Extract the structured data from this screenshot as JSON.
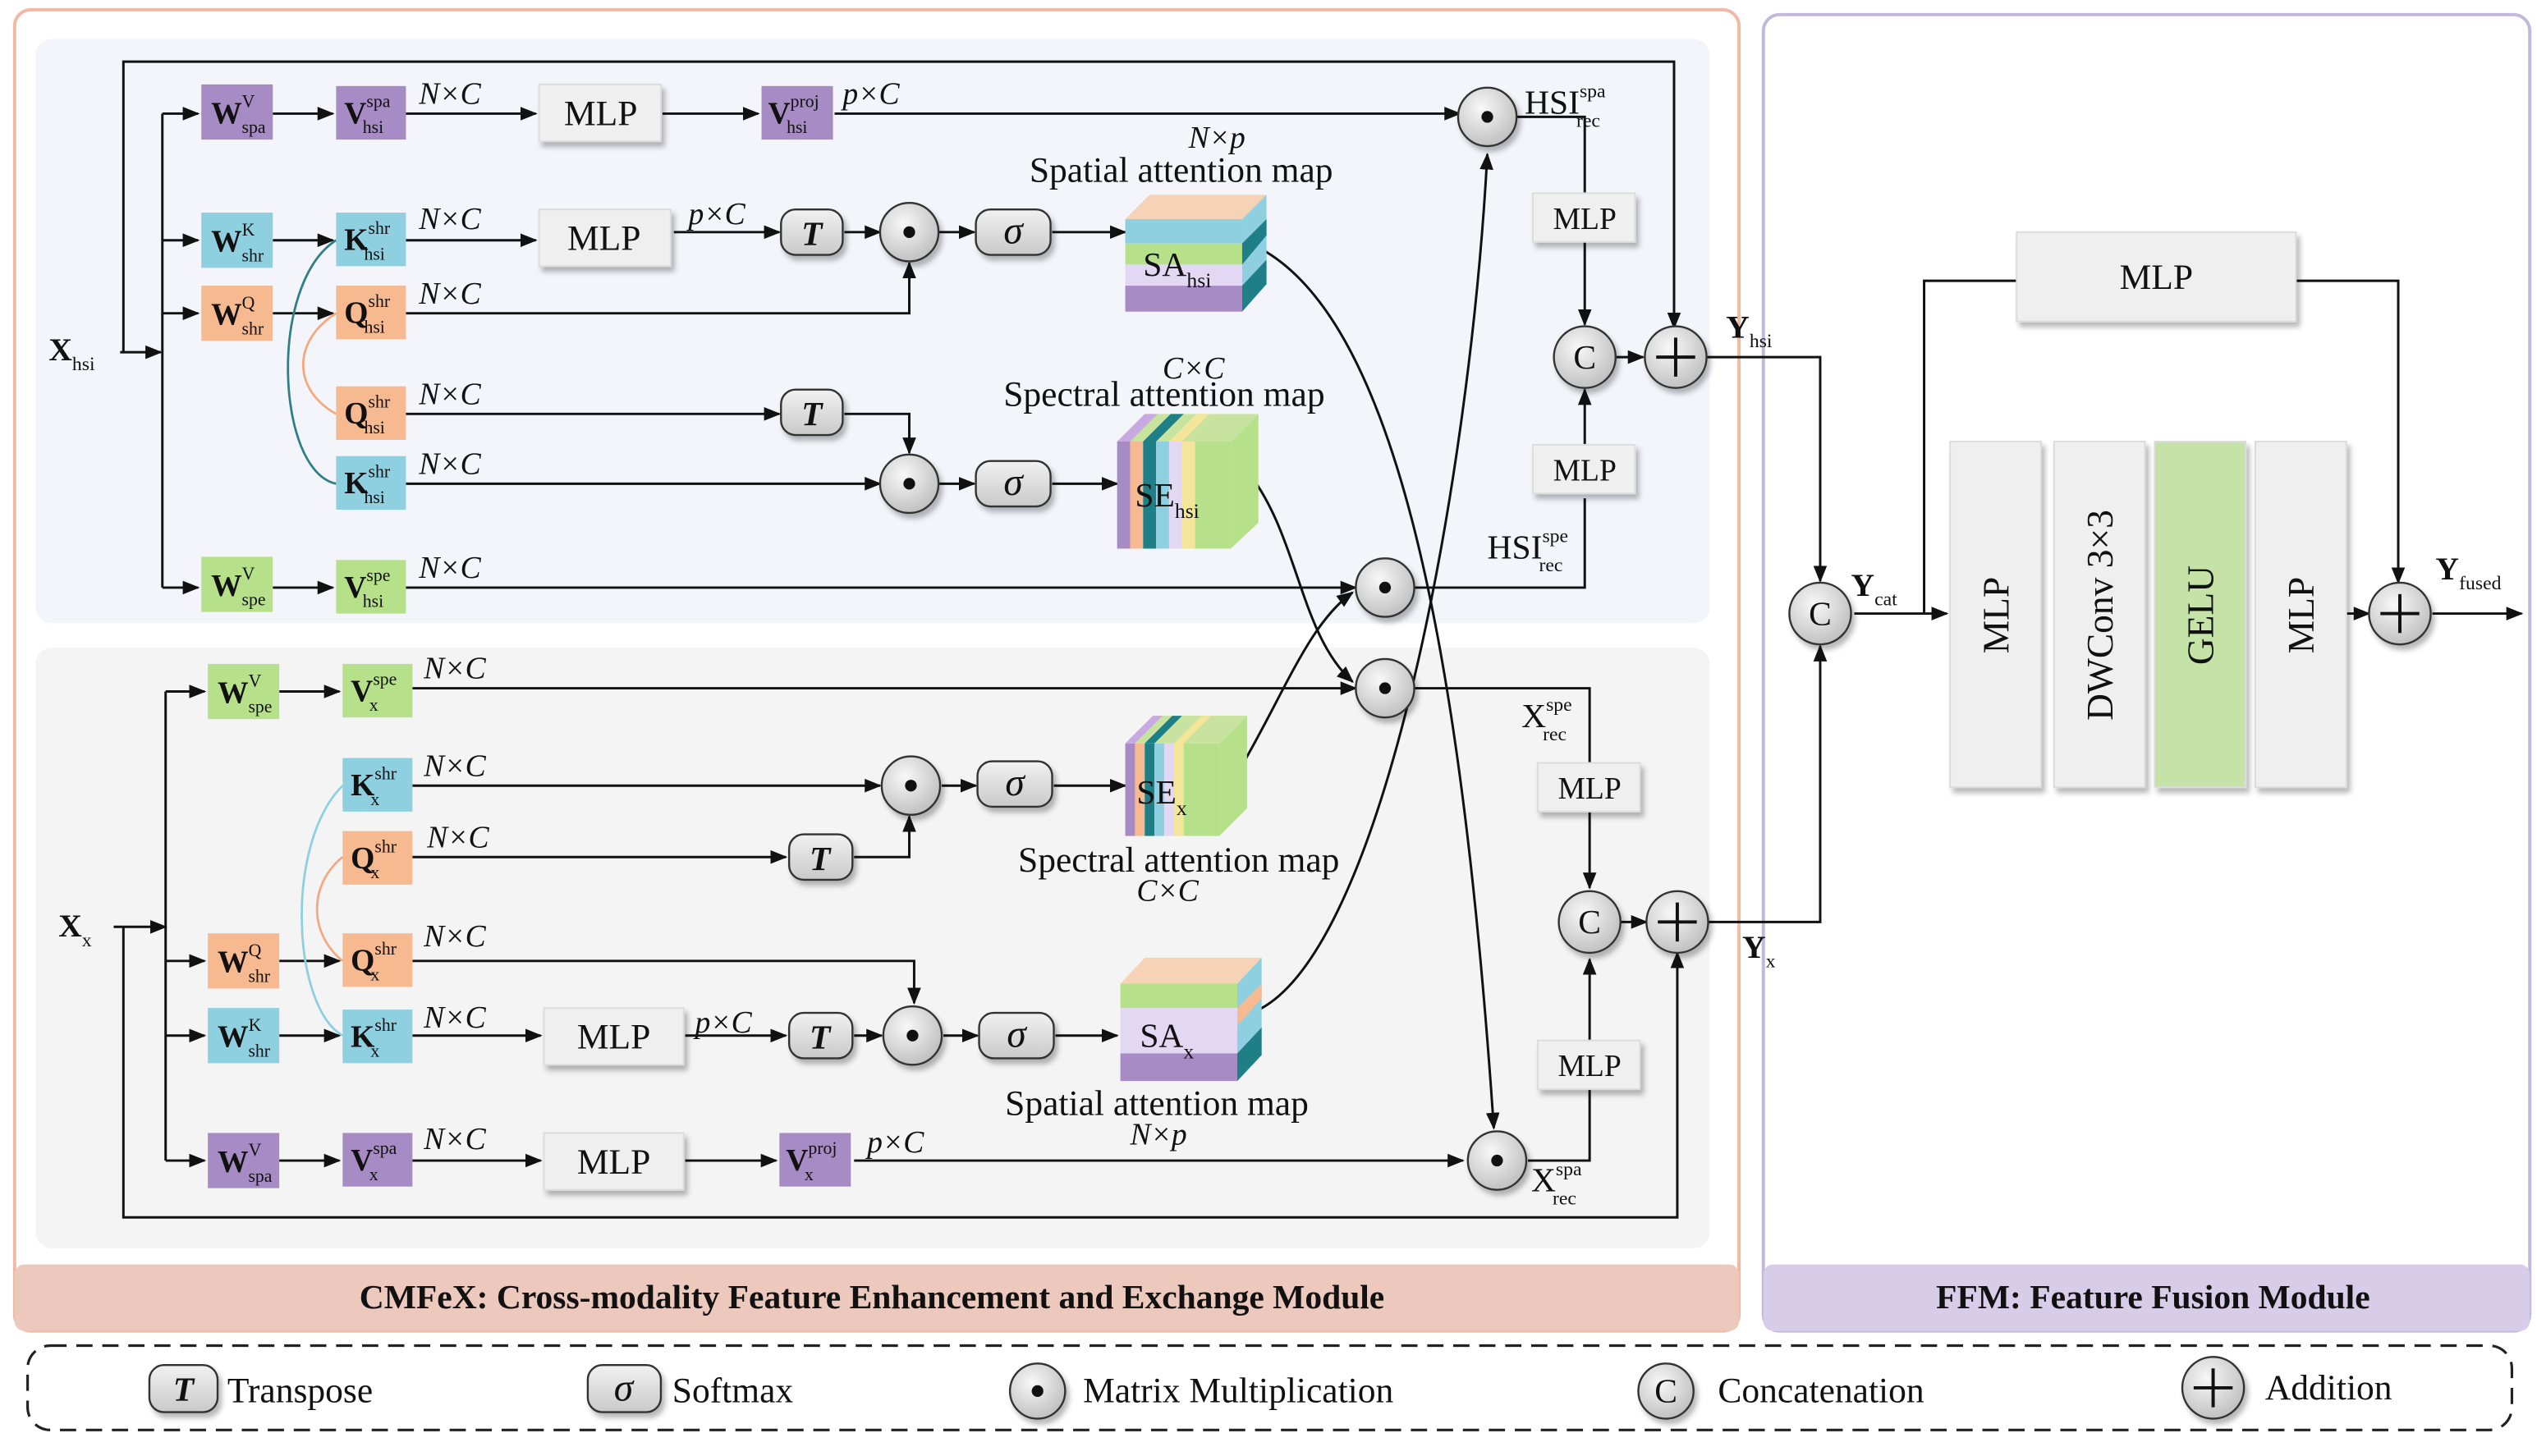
{
  "modules": {
    "cmfex_title": "CMFeX: Cross-modality Feature Enhancement and Exchange Module",
    "ffm_title": "FFM: Feature Fusion Module"
  },
  "inputs": {
    "hsi": {
      "base": "X",
      "sub": "hsi"
    },
    "x": {
      "base": "X",
      "sub": "x"
    }
  },
  "weights": {
    "spa_hsi": {
      "base": "W",
      "sup": "V",
      "sub": "spa"
    },
    "k_shr_hsi": {
      "base": "W",
      "sup": "K",
      "sub": "shr"
    },
    "q_shr_hsi": {
      "base": "W",
      "sup": "Q",
      "sub": "shr"
    },
    "spe_hsi": {
      "base": "W",
      "sup": "V",
      "sub": "spe"
    },
    "spe_x": {
      "base": "W",
      "sup": "V",
      "sub": "spe"
    },
    "q_shr_x": {
      "base": "W",
      "sup": "Q",
      "sub": "shr"
    },
    "k_shr_x": {
      "base": "W",
      "sup": "K",
      "sub": "shr"
    },
    "spa_x": {
      "base": "W",
      "sup": "V",
      "sub": "spa"
    }
  },
  "tokens": {
    "v_spa_hsi": {
      "base": "V",
      "sup": "spa",
      "sub": "hsi"
    },
    "v_proj_hsi": {
      "base": "V",
      "sup": "proj",
      "sub": "hsi"
    },
    "k_hsi_1": {
      "base": "K",
      "sup": "shr",
      "sub": "hsi"
    },
    "q_hsi_1": {
      "base": "Q",
      "sup": "shr",
      "sub": "hsi"
    },
    "q_hsi_2": {
      "base": "Q",
      "sup": "shr",
      "sub": "hsi"
    },
    "k_hsi_2": {
      "base": "K",
      "sup": "shr",
      "sub": "hsi"
    },
    "v_spe_hsi": {
      "base": "V",
      "sup": "spe",
      "sub": "hsi"
    },
    "v_spe_x": {
      "base": "V",
      "sup": "spe",
      "sub": "x"
    },
    "k_x_1": {
      "base": "K",
      "sup": "shr",
      "sub": "x"
    },
    "q_x_1": {
      "base": "Q",
      "sup": "shr",
      "sub": "x"
    },
    "q_x_2": {
      "base": "Q",
      "sup": "shr",
      "sub": "x"
    },
    "k_x_2": {
      "base": "K",
      "sup": "shr",
      "sub": "x"
    },
    "v_spa_x": {
      "base": "V",
      "sup": "spa",
      "sub": "x"
    },
    "v_proj_x": {
      "base": "V",
      "sup": "proj",
      "sub": "x"
    }
  },
  "dims": {
    "nc": "N×C",
    "pc": "p×C",
    "np": "N×p",
    "cc": "C×C"
  },
  "labels": {
    "mlp": "MLP",
    "spatial_map": "Spatial attention map",
    "spectral_map": "Spectral attention map",
    "sa_hsi": {
      "base": "SA",
      "sub": "hsi"
    },
    "se_hsi": {
      "base": "SE",
      "sub": "hsi"
    },
    "se_x": {
      "base": "SE",
      "sub": "x"
    },
    "sa_x": {
      "base": "SA",
      "sub": "x"
    },
    "hsi_rec_spa": {
      "base": "HSI",
      "sup": "spa",
      "sub": "rec"
    },
    "hsi_rec_spe": {
      "base": "HSI",
      "sup": "spe",
      "sub": "rec"
    },
    "x_rec_spe": {
      "base": "X",
      "sup": "spe",
      "sub": "rec"
    },
    "x_rec_spa": {
      "base": "X",
      "sup": "spa",
      "sub": "rec"
    },
    "y_hsi": {
      "base": "Y",
      "sub": "hsi"
    },
    "y_x": {
      "base": "Y",
      "sub": "x"
    },
    "y_cat": {
      "base": "Y",
      "sub": "cat"
    },
    "y_fused": {
      "base": "Y",
      "sub": "fused"
    }
  },
  "symbols": {
    "transpose": "T",
    "softmax": "σ",
    "dot": "•",
    "concat": "C",
    "add": "+"
  },
  "ffm_blocks": [
    "MLP",
    "DWConv 3×3",
    "GELU",
    "MLP"
  ],
  "legend": [
    {
      "symbol": "T",
      "label": "Transpose"
    },
    {
      "symbol": "σ",
      "label": "Softmax"
    },
    {
      "symbol": "•",
      "label": "Matrix Multiplication"
    },
    {
      "symbol": "C",
      "label": "Concatenation"
    },
    {
      "symbol": "+",
      "label": "Addition"
    }
  ],
  "colors": {
    "purple": "#a78bc4",
    "blue": "#8ecfe0",
    "orange": "#f7b98f",
    "green": "#b6e08a",
    "cmfex_border": "#f0b9a4",
    "cmfex_title_bg": "#ecc8bd",
    "ffm_border": "#c3b7dc",
    "ffm_title_bg": "#d8cde8"
  }
}
